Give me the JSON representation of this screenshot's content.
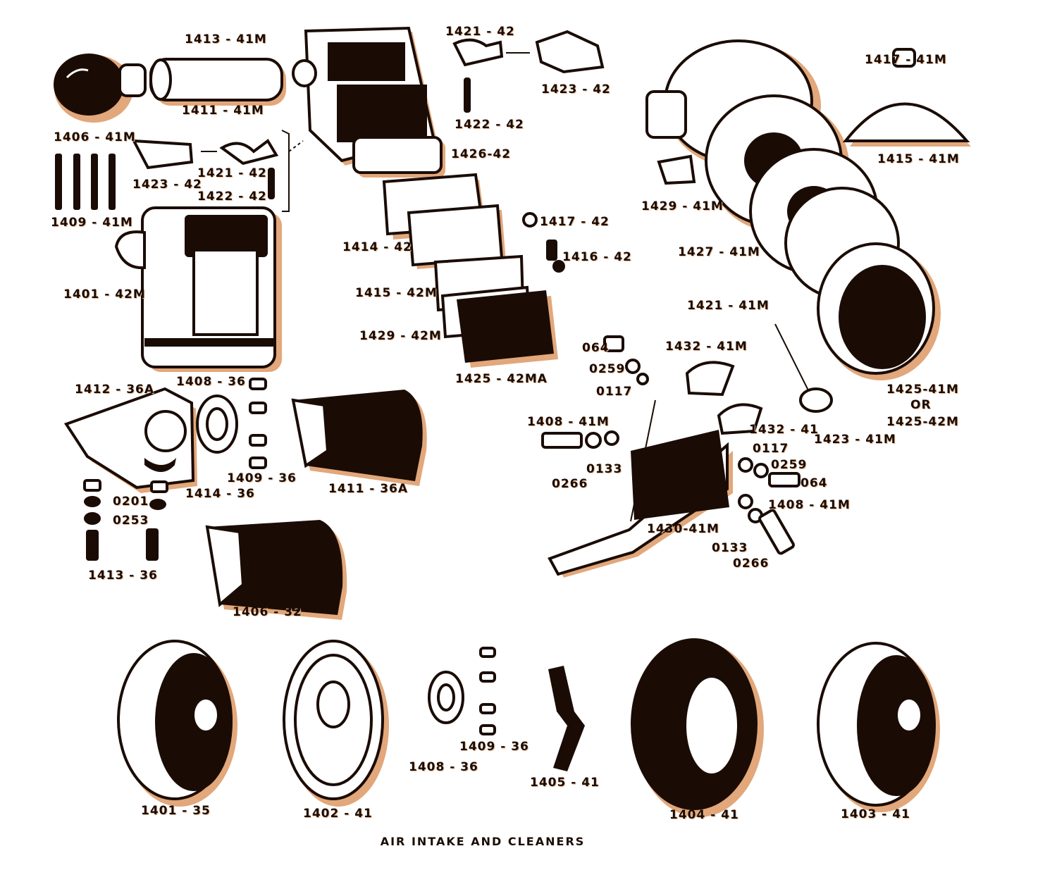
{
  "title": "AIR INTAKE AND CLEANERS",
  "colors": {
    "ink": "#1a0c05",
    "sepia_shadow": "#d88a4d",
    "paper": "#ffffff"
  },
  "labels": {
    "p1413_41m": "1413 - 41M",
    "p1411_41m": "1411 - 41M",
    "p1406_41m": "1406 - 41M",
    "p1423_42_left": "1423 - 42",
    "p1421_42_left": "1421 - 42",
    "p1422_42_left": "1422 - 42",
    "p1409_41m": "1409 - 41M",
    "p1401_42m": "1401 - 42M",
    "p1421_42_top": "1421 - 42",
    "p1423_42_top": "1423 - 42",
    "p1422_42_top": "1422 - 42",
    "p1426_42": "1426-42",
    "p1414_42": "1414 - 42",
    "p1415_42m": "1415 - 42M",
    "p1429_42m": "1429 - 42M",
    "p1425_42ma": "1425 - 42MA",
    "p1417_42": "1417 - 42",
    "p1416_42": "1416 - 42",
    "p1417_41m": "1417 - 41M",
    "p1415_41m": "1415 - 41M",
    "p1429_41m": "1429 - 41M",
    "p1427_41m": "1427 - 41M",
    "p1421_41m": "1421 - 41M",
    "p1425_41m": "1425-41M",
    "or": "OR",
    "p1425_42m": "1425-42M",
    "p1423_41m": "1423 - 41M",
    "p064_top": "064",
    "p0259_top": "0259",
    "p0117_top": "0117",
    "p1432_41m": "1432 - 41M",
    "p1432_41": "1432 - 41",
    "p1408_41m_left": "1408 - 41M",
    "p0133_left": "0133",
    "p0266_left": "0266",
    "p0117_right": "0117",
    "p0259_right": "0259",
    "p064_right": "064",
    "p1408_41m_right": "1408 - 41M",
    "p0133_right": "0133",
    "p0266_right": "0266",
    "p1430_41m": "1430-41M",
    "p1412_36a": "1412 - 36A",
    "p1408_36_mid": "1408 - 36",
    "p1409_36_mid": "1409 - 36",
    "p1411_36a": "1411 - 36A",
    "p1414_36": "1414 - 36",
    "p0201": "0201",
    "p0253": "0253",
    "p1413_36": "1413 - 36",
    "p1406_32": "1406 - 32",
    "p1401_35": "1401 - 35",
    "p1402_41": "1402 - 41",
    "p1409_36_bot": "1409 - 36",
    "p1408_36_bot": "1408 - 36",
    "p1405_41": "1405 - 41",
    "p1404_41": "1404 - 41",
    "p1403_41": "1403 - 41"
  }
}
